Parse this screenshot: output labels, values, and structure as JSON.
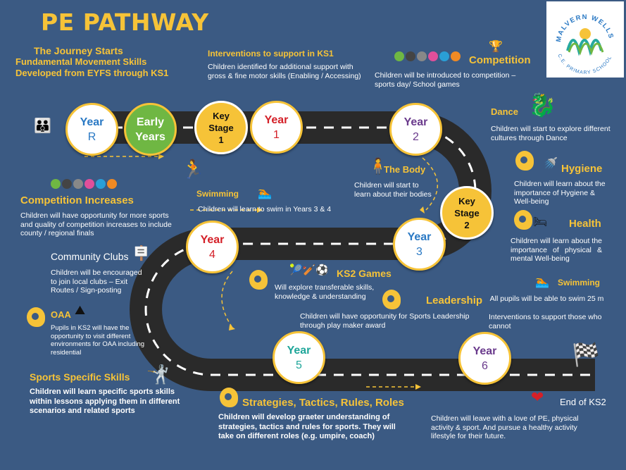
{
  "title": "PE PATHWAY",
  "logo": {
    "top_text": "MALVERN WELLS",
    "bottom_text": "C.E. PRIMARY SCHOOL"
  },
  "journey": {
    "title": "The Journey Starts",
    "body": "Fundamental Movement Skills Developed from EYFS through KS1"
  },
  "interventions": {
    "title": "Interventions to support in KS1",
    "body": "Children identified for additional support with gross & fine motor skills (Enabling / Accessing)"
  },
  "competition": {
    "title": "Competition",
    "body": "Children will be introduced to competition – sports day/ School games"
  },
  "dance": {
    "title": "Dance",
    "body": "Children will start to explore different cultures through Dance"
  },
  "body_section": {
    "title": "The Body",
    "body": "Children will start to learn about their bodies"
  },
  "hygiene": {
    "title": "Hygiene",
    "body": "Children will learn about the importance of Hygiene & Well-being"
  },
  "health": {
    "title": "Health",
    "body": "Children will learn about the importance of physical & mental Well-being"
  },
  "swimming1": {
    "title": "Swimming",
    "body": "Children will learn to swim in Years 3 & 4"
  },
  "competition_increases": {
    "title": "Competition Increases",
    "body": "Children will have opportunity for more sports and quality of competition increases to include county / regional finals"
  },
  "community": {
    "title": "Community Clubs",
    "body": "Children will be encouraged to join local clubs – Exit Routes / Sign-posting"
  },
  "oaa": {
    "title": "OAA",
    "body": "Pupils in KS2 will have the opportunity to visit different environments for OAA including residential"
  },
  "ks2games": {
    "title": "KS2 Games",
    "body": "Will explore transferable skills, knowledge & understanding"
  },
  "leadership": {
    "title": "Leadership",
    "body": "Children will have opportunity for Sports Leadership through play maker award"
  },
  "swimming2": {
    "title": "Swimming",
    "body1": "All pupils will be able to swim 25 m",
    "body2": "Interventions to support those who cannot"
  },
  "sports_specific": {
    "title": "Sports Specific Skills",
    "body": "Children will learn specific sports skills within lessons applying them in different scenarios and related sports"
  },
  "strategies": {
    "title": "Strategies, Tactics, Rules, Roles",
    "body": "Children will develop graeter understanding of strategies, tactics and rules for sports. They will take on different roles (e.g. umpire, coach)"
  },
  "end_ks2": {
    "title": "End of KS2",
    "body": "Children will leave with a love of PE, physical activity & sport. And pursue a healthy activity lifestyle for their future."
  },
  "milestones": {
    "yearR": {
      "top": "Year",
      "bottom": "R"
    },
    "early": {
      "top": "Early",
      "bottom": "Years"
    },
    "ks1": {
      "l1": "Key",
      "l2": "Stage",
      "l3": "1"
    },
    "year1": {
      "top": "Year",
      "bottom": "1"
    },
    "year2": {
      "top": "Year",
      "bottom": "2"
    },
    "ks2": {
      "l1": "Key",
      "l2": "Stage",
      "l3": "2"
    },
    "year3": {
      "top": "Year",
      "bottom": "3"
    },
    "year4": {
      "top": "Year",
      "bottom": "4"
    },
    "year5": {
      "top": "Year",
      "bottom": "5"
    },
    "year6": {
      "top": "Year",
      "bottom": "6"
    }
  },
  "colors": {
    "background": "#3b5a83",
    "accent": "#f6c338",
    "road": "#2a2a2a",
    "red": "#d42028",
    "purple": "#6a3a8c",
    "blue": "#2a79c4",
    "teal": "#1fa69a",
    "green": "#6fb743"
  },
  "icons": [
    "family-icon",
    "runner-icon",
    "trophy-icon",
    "dragon-icon",
    "human-body-icon",
    "shower-icon",
    "bed-icon",
    "swimmer-icon",
    "signpost-icon",
    "mountain-icon",
    "sports-equipment-icon",
    "karate-icon",
    "chequered-flags-icon",
    "heart-icon",
    "gear-head-icon"
  ]
}
